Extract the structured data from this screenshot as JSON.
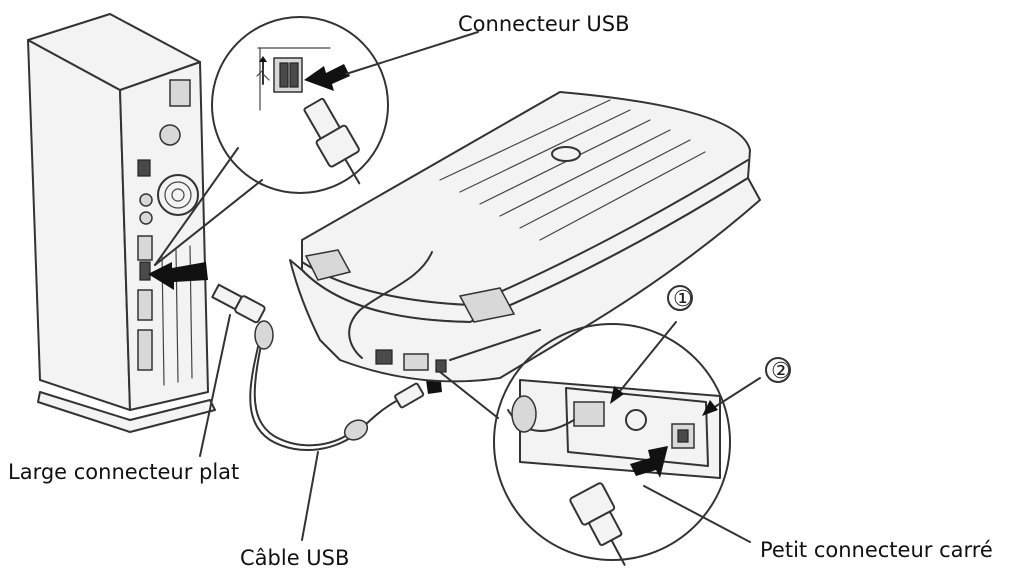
{
  "labels": {
    "usb_connector": "Connecteur USB",
    "flat_connector": "Large connecteur plat",
    "usb_cable": "Câble USB",
    "square_connector": "Petit connecteur carré",
    "port_1": "①",
    "port_2": "②"
  },
  "icons": {
    "usb": "usb-symbol-icon"
  },
  "colors": {
    "line": "#333333",
    "arrow": "#111111",
    "background": "#ffffff"
  }
}
